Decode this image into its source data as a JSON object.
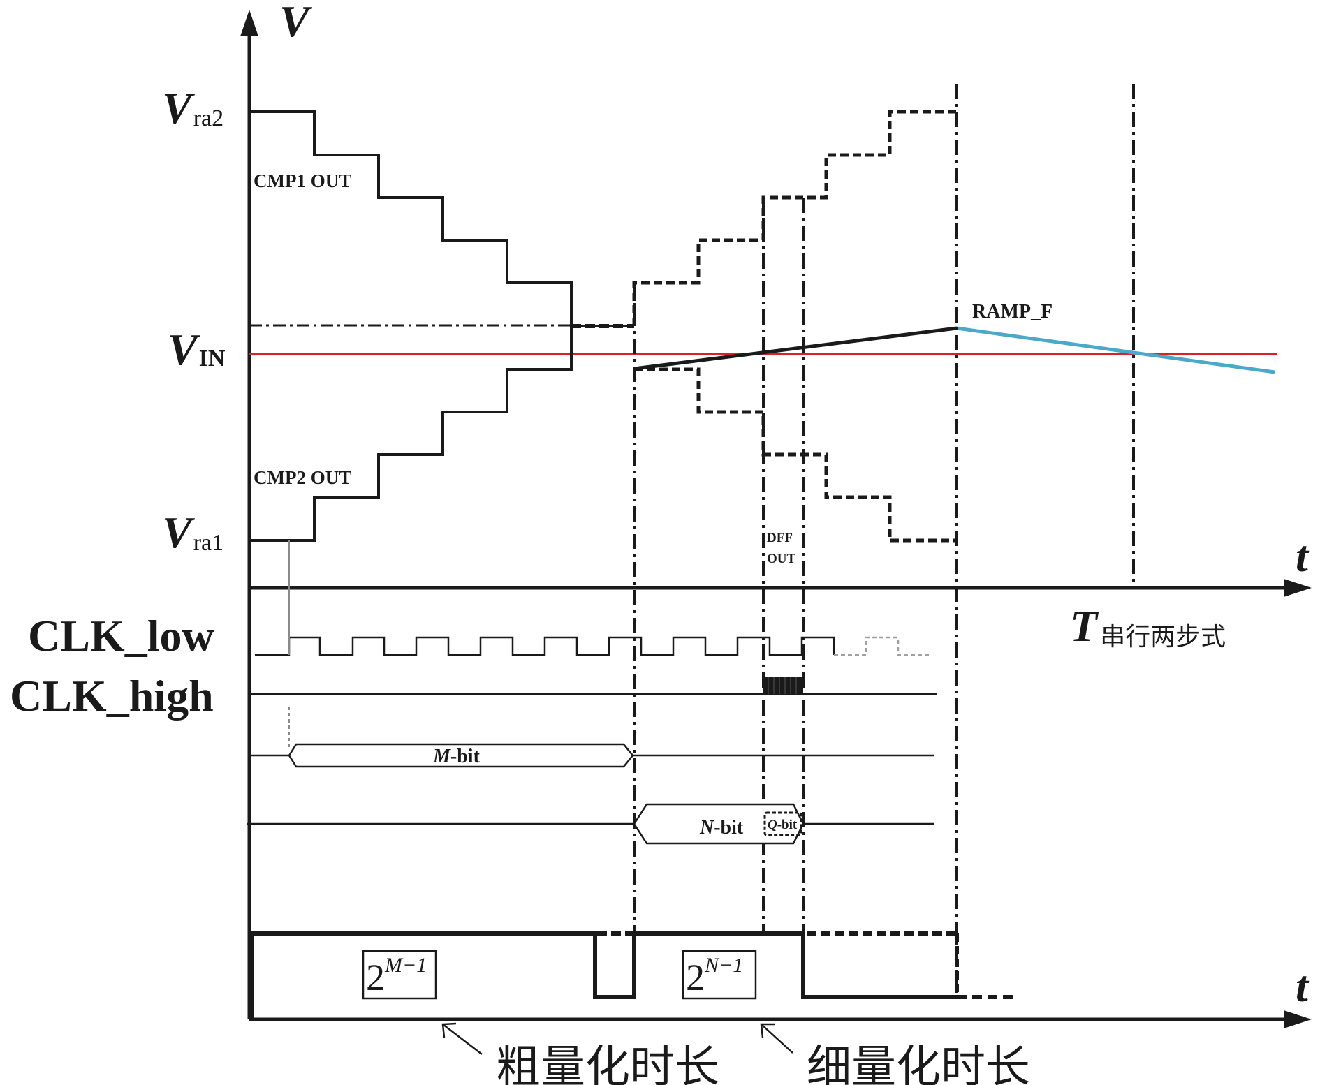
{
  "axis": {
    "v_label": "V",
    "t_label_top": "t",
    "t_label_bottom": "t"
  },
  "levels": {
    "vra2": {
      "main": "V",
      "sub": "ra2"
    },
    "vin": {
      "main": "V",
      "sub": "IN"
    },
    "vra1": {
      "main": "V",
      "sub": "ra1"
    }
  },
  "labels": {
    "cmp1": "CMP1 OUT",
    "cmp2": "CMP2 OUT",
    "ramp": "RAMP_F",
    "dff_line1": "DFF",
    "dff_line2": "OUT",
    "t_serial_main": "T",
    "t_serial_sub": "串行两步式",
    "clk_low": "CLK_low",
    "clk_high": "CLK_high",
    "m_bit_var": "M",
    "m_bit_rest": "-bit",
    "n_bit_var": "N",
    "n_bit_rest": "-bit",
    "q_bit_var": "Q",
    "q_bit_rest": "-bit",
    "coarse": "粗量化时长",
    "fine": "细量化时长",
    "box1_base": "2",
    "box1_exp": "M−1",
    "box2_base": "2",
    "box2_exp": "N−1"
  },
  "colors": {
    "ink": "#1a1a1a",
    "vin_line": "#e02020",
    "ramp_tail": "#4aa8c8",
    "faded_clock": "#a0a0a0"
  }
}
